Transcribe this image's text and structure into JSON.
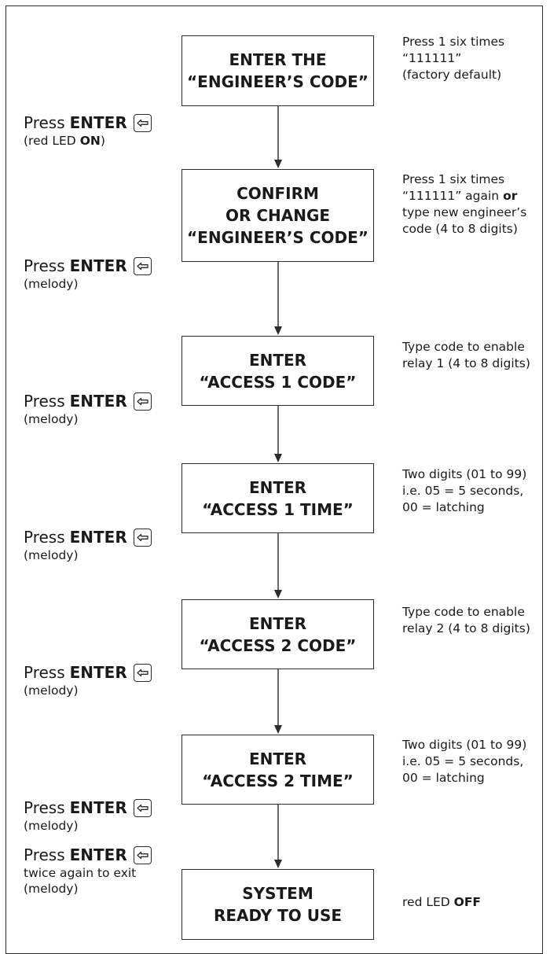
{
  "steps": [
    {
      "lines": [
        "ENTER THE",
        "“ENGINEER’S CODE”"
      ],
      "note": [
        {
          "text": "Press 1 six times"
        },
        {
          "text": "“111111”"
        },
        {
          "text": "(factory default)"
        }
      ]
    },
    {
      "lines": [
        "CONFIRM",
        "OR CHANGE",
        "“ENGINEER’S CODE”"
      ],
      "note": [
        {
          "text": "Press 1 six times"
        },
        {
          "text": "“111111” again ",
          "bold": "or"
        },
        {
          "text": "type new engineer’s"
        },
        {
          "text": "code (4 to 8 digits)"
        }
      ]
    },
    {
      "lines": [
        "ENTER",
        "“ACCESS 1 CODE”"
      ],
      "note": [
        {
          "text": "Type code to enable"
        },
        {
          "text": "relay 1 (4 to 8 digits)"
        }
      ]
    },
    {
      "lines": [
        "ENTER",
        "“ACCESS 1 TIME”"
      ],
      "note": [
        {
          "text": "Two digits (01 to 99)"
        },
        {
          "text": "i.e. 05 = 5 seconds,"
        },
        {
          "text": "00 = latching"
        }
      ]
    },
    {
      "lines": [
        "ENTER",
        "“ACCESS 2 CODE”"
      ],
      "note": [
        {
          "text": "Type code to enable"
        },
        {
          "text": "relay 2 (4 to 8 digits)"
        }
      ]
    },
    {
      "lines": [
        "ENTER",
        "“ACCESS 2 TIME”"
      ],
      "note": [
        {
          "text": "Two digits (01 to 99)"
        },
        {
          "text": "i.e. 05 = 5 seconds,"
        },
        {
          "text": "00 = latching"
        }
      ]
    },
    {
      "lines": [
        "SYSTEM",
        "READY TO USE"
      ],
      "note": [
        {
          "text": "red LED ",
          "bold": "OFF"
        }
      ]
    }
  ],
  "press": [
    {
      "word": "Press",
      "key": "ENTER",
      "icon": "enter-key-icon",
      "sub": [
        {
          "text": "(red LED ",
          "bold": "ON",
          "after": ")"
        }
      ]
    },
    {
      "word": "Press",
      "key": "ENTER",
      "icon": "enter-key-icon",
      "sub": [
        {
          "text": "(melody)"
        }
      ]
    },
    {
      "word": "Press",
      "key": "ENTER",
      "icon": "enter-key-icon",
      "sub": [
        {
          "text": "(melody)"
        }
      ]
    },
    {
      "word": "Press",
      "key": "ENTER",
      "icon": "enter-key-icon",
      "sub": [
        {
          "text": "(melody)"
        }
      ]
    },
    {
      "word": "Press",
      "key": "ENTER",
      "icon": "enter-key-icon",
      "sub": [
        {
          "text": "(melody)"
        }
      ]
    },
    {
      "word": "Press",
      "key": "ENTER",
      "icon": "enter-key-icon",
      "sub": [
        {
          "text": "(melody)"
        }
      ]
    },
    {
      "word": "Press",
      "key": "ENTER",
      "icon": "enter-key-icon",
      "sub": [
        {
          "text": "twice again to exit"
        },
        {
          "text": "(melody)"
        }
      ]
    }
  ],
  "colors": {
    "line": "#2b2b2b",
    "text": "#1a1a1a",
    "background": "#ffffff"
  }
}
